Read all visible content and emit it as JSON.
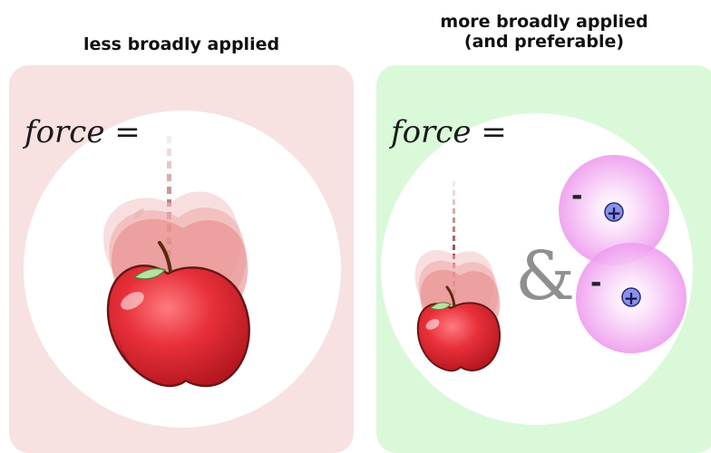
{
  "left_panel": {
    "heading": "less broadly applied",
    "formula_label": "force =",
    "background_color": "#f7e1e1",
    "illustration": "falling-apple-with-motion-trail"
  },
  "right_panel": {
    "heading_line1": "more broadly applied",
    "heading_line2": "(and preferable)",
    "formula_label": "force =",
    "background_color": "#d9f9d9",
    "illustration": "falling-apple-and-two-charged-atoms",
    "connector": "&",
    "atoms": [
      {
        "negative": "-",
        "positive": "+"
      },
      {
        "negative": "-",
        "positive": "+"
      }
    ]
  },
  "colors": {
    "apple_red": "#e8303a",
    "apple_outline": "#6a1515",
    "trail": "#9a3a3a",
    "atom_glow": "#f3a6f3",
    "proton_blue": "#8a93e6",
    "ampersand_gray": "#8f8f8f"
  }
}
